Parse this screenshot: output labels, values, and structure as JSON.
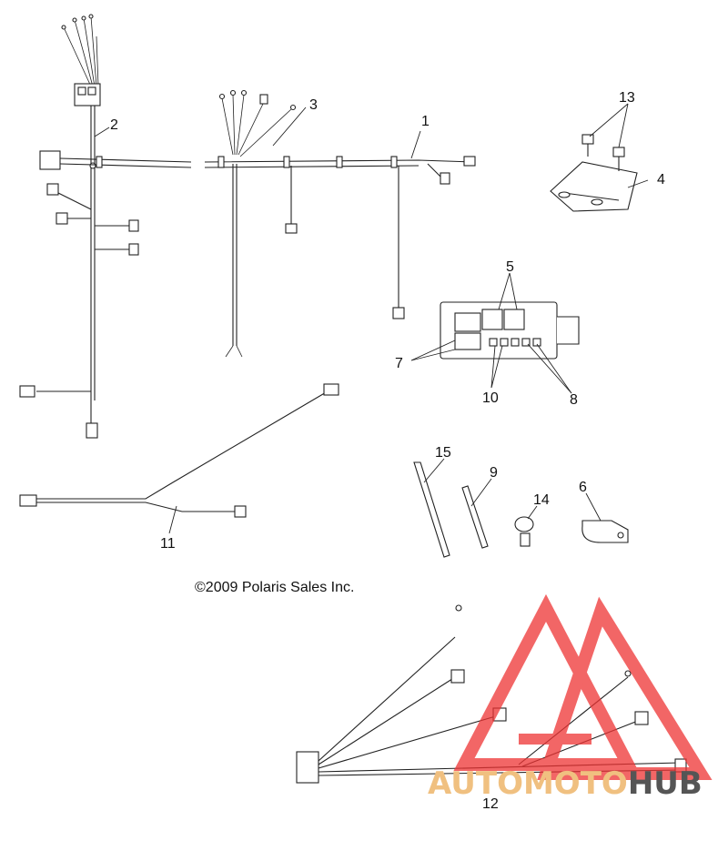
{
  "callouts": [
    "1",
    "2",
    "3",
    "4",
    "5",
    "6",
    "7",
    "8",
    "9",
    "10",
    "11",
    "12",
    "13",
    "14",
    "15"
  ],
  "copyright": "©2009 Polaris Sales Inc.",
  "watermark": {
    "text_a": "AUTOMOTO",
    "text_b": "HUB",
    "color_a": "#f0c080",
    "color_b": "#555555",
    "logo_color": "#ee3333"
  },
  "colors": {
    "line": "#222222",
    "background": "#ffffff"
  }
}
